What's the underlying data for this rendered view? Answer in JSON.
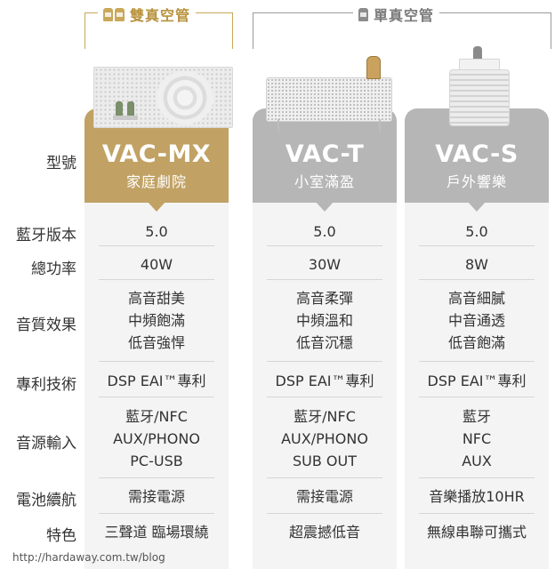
{
  "groups": {
    "dual": "雙真空管",
    "single": "單真空管"
  },
  "models": [
    {
      "name": "VAC-MX",
      "subtitle": "家庭劇院"
    },
    {
      "name": "VAC-T",
      "subtitle": "小室滿盈"
    },
    {
      "name": "VAC-S",
      "subtitle": "戶外響樂"
    }
  ],
  "rows": [
    {
      "label": "型號"
    },
    {
      "label": "藍牙版本",
      "values": [
        [
          "5.0"
        ],
        [
          "5.0"
        ],
        [
          "5.0"
        ]
      ]
    },
    {
      "label": "總功率",
      "values": [
        [
          "40W"
        ],
        [
          "30W"
        ],
        [
          "8W"
        ]
      ]
    },
    {
      "label": "音質效果",
      "values": [
        [
          "高音甜美",
          "中頻飽滿",
          "低音強悍"
        ],
        [
          "高音柔彈",
          "中頻溫和",
          "低音沉穩"
        ],
        [
          "高音細膩",
          "中音通透",
          "低音飽滿"
        ]
      ]
    },
    {
      "label": "專利技術",
      "values": [
        [
          "DSP EAI™專利"
        ],
        [
          "DSP EAI™專利"
        ],
        [
          "DSP EAI™專利"
        ]
      ]
    },
    {
      "label": "音源輸入",
      "values": [
        [
          "藍牙/NFC",
          "AUX/PHONO",
          "PC-USB"
        ],
        [
          "藍牙/NFC",
          "AUX/PHONO",
          "SUB OUT"
        ],
        [
          "藍牙",
          "NFC",
          "AUX"
        ]
      ]
    },
    {
      "label": "電池續航",
      "values": [
        [
          "需接電源"
        ],
        [
          "需接電源"
        ],
        [
          "音樂播放10HR"
        ]
      ]
    },
    {
      "label": "特色",
      "values": [
        [
          "三聲道 臨場環繞"
        ],
        [
          "超震撼低音"
        ],
        [
          "無線串聯可攜式"
        ]
      ]
    }
  ],
  "footer": {
    "url": "http://hardaway.com.tw/blog"
  },
  "colors": {
    "gold": "#c1a264",
    "gray": "#b6b6b6"
  }
}
